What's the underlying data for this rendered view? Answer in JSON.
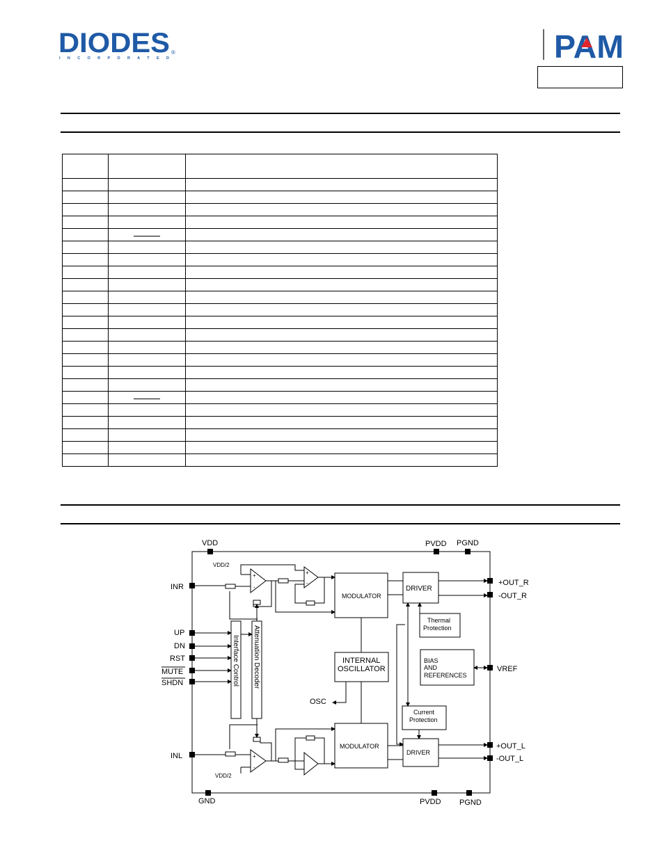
{
  "header": {
    "diodes_logo": {
      "name": "DIODES",
      "subtitle": "I N C O R P O R A T E D",
      "registered": "®"
    },
    "pam_logo": {
      "name": "PAM"
    },
    "colors": {
      "brand_blue": "#1f5aa6",
      "brand_red": "#e0262a"
    }
  },
  "diagram": {
    "labels": {
      "vdd": "VDD",
      "pvdd_top": "PVDD",
      "pgnd_top": "PGND",
      "vdd2_top": "VDD/2",
      "vdd2_bottom": "VDD/2",
      "inr": "INR",
      "inl": "INL",
      "up": "UP",
      "dn": "DN",
      "rst": "RST",
      "mute": "MUTE",
      "shdn": "SHDN",
      "interface_control": "Interface Control",
      "attenuation_decoder": "Attenuation Decoder",
      "modulator_top": "MODULATOR",
      "modulator_bottom": "MODULATOR",
      "driver_top": "DRIVER",
      "driver_bottom": "DRIVER",
      "thermal_1": "Thermal",
      "thermal_2": "Protection",
      "bias_1": "BIAS",
      "bias_2": "AND",
      "bias_3": "REFERENCES",
      "osc_internal_1": "INTERNAL",
      "osc_internal_2": "OSCILLATOR",
      "osc": "OSC",
      "current_1": "Current",
      "current_2": "Protection",
      "out_r_plus": "+OUT_R",
      "out_r_minus": "-OUT_R",
      "out_l_plus": "+OUT_L",
      "out_l_minus": "-OUT_L",
      "vref": "VREF",
      "gnd": "GND",
      "pvdd_bottom": "PVDD",
      "pgnd_bottom": "PGND",
      "plus": "+",
      "minus": "-"
    }
  }
}
